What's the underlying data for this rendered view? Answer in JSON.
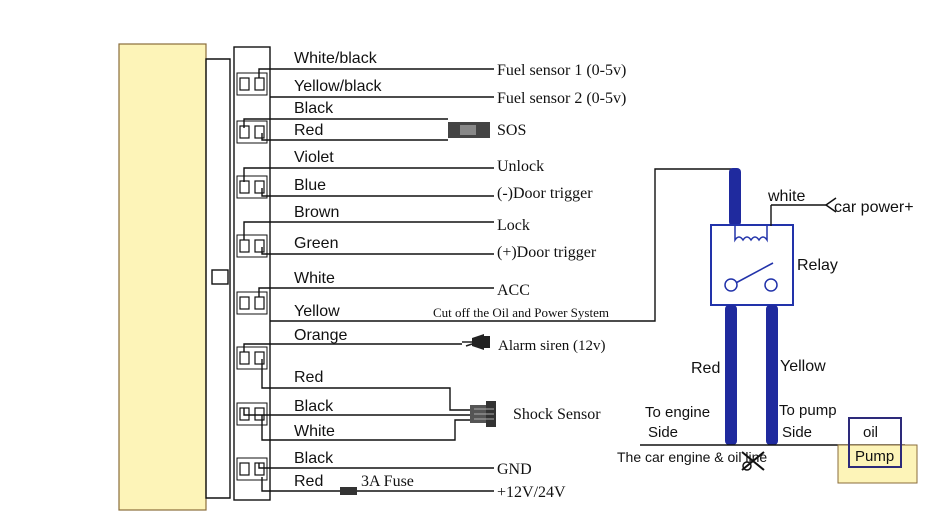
{
  "colors": {
    "device_fill": "#fdf4b8",
    "device_stroke": "#8a6d3b",
    "wire": "#111111",
    "harness_blue": "#1f2a9e",
    "relay_blue": "#2233aa",
    "pump_fill": "#fdf4b8",
    "pump_stroke": "#2d2a7a"
  },
  "wires": [
    {
      "label": "White/black"
    },
    {
      "label": "Yellow/black"
    },
    {
      "label": "Black"
    },
    {
      "label": "Red"
    },
    {
      "label": "Violet"
    },
    {
      "label": "Blue"
    },
    {
      "label": "Brown"
    },
    {
      "label": "Green"
    },
    {
      "label": "White"
    },
    {
      "label": "Yellow"
    },
    {
      "label": "Orange"
    },
    {
      "label": "Red"
    },
    {
      "label": "Black"
    },
    {
      "label": "White"
    },
    {
      "label": "Black"
    },
    {
      "label": "Red"
    }
  ],
  "destinations": {
    "fuel1": "Fuel sensor 1 (0-5v)",
    "fuel2": "Fuel sensor 2 (0-5v)",
    "sos": "SOS",
    "unlock": "Unlock",
    "door_neg": "(-)Door trigger",
    "lock": "Lock",
    "door_pos": "(+)Door trigger",
    "acc": "ACC",
    "cutoff": "Cut off the Oil and Power System",
    "siren": "Alarm siren (12v)",
    "shock": "Shock Sensor",
    "gnd": "GND",
    "fuse": "3A Fuse",
    "power": "+12V/24V"
  },
  "relay": {
    "label": "Relay",
    "white": "white",
    "car_power": "car power+",
    "red": "Red",
    "yellow": "Yellow",
    "engine_side_1": "To engine",
    "engine_side_2": "Side",
    "pump_side_1": "To pump",
    "pump_side_2": "Side",
    "oil_line": "The car engine & oil line",
    "oil": "oil",
    "pump": "Pump"
  }
}
